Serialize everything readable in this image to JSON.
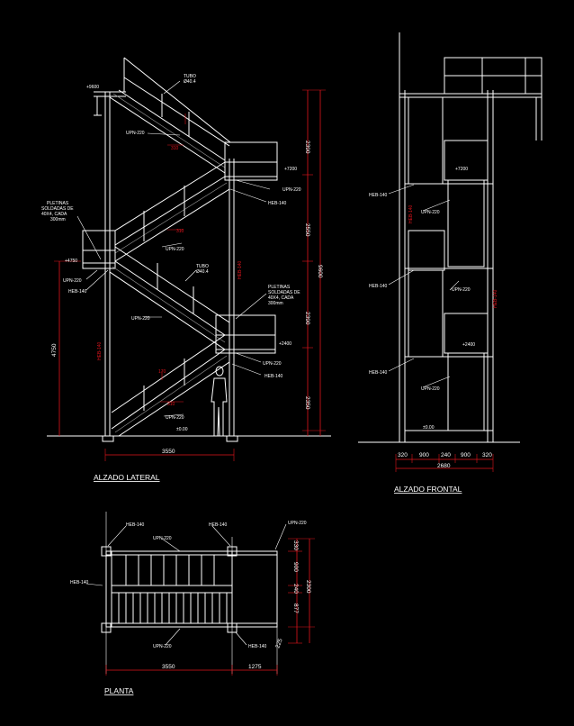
{
  "colors": {
    "background": "#000000",
    "lines": "#ffffff",
    "dimensions": "#e0141c",
    "hatch": "#9a9a9a"
  },
  "titles": {
    "lateral": "ALZADO LATERAL",
    "frontal": "ALZADO FRONTAL",
    "planta": "PLANTA"
  },
  "lateral": {
    "labels": {
      "tubo_top": "TUBO\nØ40.4",
      "level_top": "+9600",
      "upn_top": "UPN-220",
      "dim_310_a": "310",
      "level_7200": "+7200",
      "upn_land1": "UPN-220",
      "heb_land1": "HEB-140",
      "pletinas_1": "PLETINAS\nSOLDADAS DE\n40X4, CADA\n300mm",
      "dim_310_b": "310",
      "upn_mid": "UPN-220",
      "level_4750": "+4750",
      "upn_left": "UPN-220",
      "heb_left": "HEB-140",
      "tubo_mid": "TUBO\nØ40.4",
      "heb_col": "HEB-140",
      "upn_flight3": "UPN-220",
      "pletinas_2": "PLETINAS\nSOLDADAS DE\n40X4, CADA\n300mm",
      "level_2400": "+2400",
      "upn_land3": "UPN-220",
      "heb_land3": "HEB-140",
      "heb_col_left": "HEB-140",
      "dim_170": "170",
      "dim_310_c": "310",
      "upn_bottom": "UPN-220",
      "level_0": "±0.00",
      "dim_4750": "4750",
      "dim_2390_a": "2390",
      "dim_2550": "2550",
      "dim_9600": "9600",
      "dim_2390_b": "2390",
      "dim_2350": "2350",
      "dim_3550": "3550"
    }
  },
  "frontal": {
    "labels": {
      "level_7200": "+7200",
      "heb_a": "HEB-140",
      "heb_vert": "HEB-140",
      "upn_a": "UPN-220",
      "heb_b": "HEB-140",
      "upn_b": "UPN-220",
      "heb_right": "HEB-140",
      "level_2400": "+2400",
      "heb_c": "HEB-140",
      "upn_c": "UPN-220",
      "level_0": "±0.00",
      "dims": [
        "320",
        "900",
        "240",
        "900",
        "320"
      ],
      "dim_total": "2680"
    }
  },
  "planta": {
    "labels": {
      "heb_tl": "HEB-140",
      "heb_tr": "HEB-140",
      "upn_tr": "UPN-220",
      "upn_top": "UPN-220",
      "heb_left": "HEB-140",
      "upn_bottom": "UPN-220",
      "heb_br": "HEB-140",
      "dim_330": "330",
      "dim_900": "900",
      "dim_240": "240",
      "dim_2300": "2300",
      "dim_877": "877",
      "dim_225": "225",
      "dim_3550": "3550",
      "dim_1275": "1275"
    }
  }
}
